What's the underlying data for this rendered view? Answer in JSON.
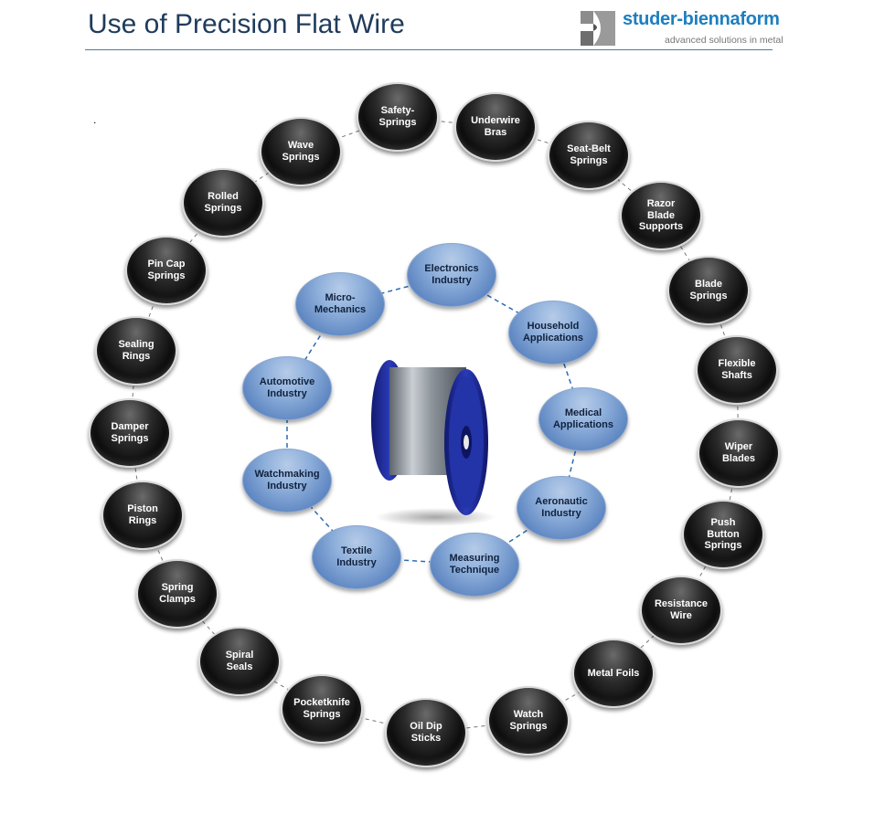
{
  "title": "Use of Precision Flat Wire",
  "logo": {
    "name": "studer-biennaform",
    "tagline": "advanced solutions in metal",
    "brand_color": "#1d7fbf"
  },
  "colors": {
    "outer_node": "#0b0b0b",
    "inner_node": "#6f93c9",
    "connector_outer": "#777777",
    "connector_inner": "#2b6cb3"
  },
  "inner_ring": [
    {
      "label": "Electronics\nIndustry"
    },
    {
      "label": "Household\nApplications"
    },
    {
      "label": "Medical\nApplications"
    },
    {
      "label": "Aeronautic\nIndustry"
    },
    {
      "label": "Measuring\nTechnique"
    },
    {
      "label": "Textile\nIndustry"
    },
    {
      "label": "Watchmaking\nIndustry"
    },
    {
      "label": "Automotive\nIndustry"
    },
    {
      "label": "Micro-\nMechanics"
    }
  ],
  "outer_ring": [
    {
      "label": "Safety-\nSprings"
    },
    {
      "label": "Underwire\nBras"
    },
    {
      "label": "Seat-Belt\nSprings"
    },
    {
      "label": "Razor\nBlade\nSupports"
    },
    {
      "label": "Blade\nSprings"
    },
    {
      "label": "Flexible\nShafts"
    },
    {
      "label": "Wiper\nBlades"
    },
    {
      "label": "Push\nButton\nSprings"
    },
    {
      "label": "Resistance\nWire"
    },
    {
      "label": "Metal Foils"
    },
    {
      "label": "Watch\nSprings"
    },
    {
      "label": "Oil Dip\nSticks"
    },
    {
      "label": "Pocketknife\nSprings"
    },
    {
      "label": "Spiral\nSeals"
    },
    {
      "label": "Spring\nClamps"
    },
    {
      "label": "Piston\nRings"
    },
    {
      "label": "Damper\nSprings"
    },
    {
      "label": "Sealing\nRings"
    },
    {
      "label": "Pin Cap\nSprings"
    },
    {
      "label": "Rolled\nSprings"
    },
    {
      "label": "Wave\nSprings"
    }
  ],
  "spool_icon": "wire-spool-icon"
}
